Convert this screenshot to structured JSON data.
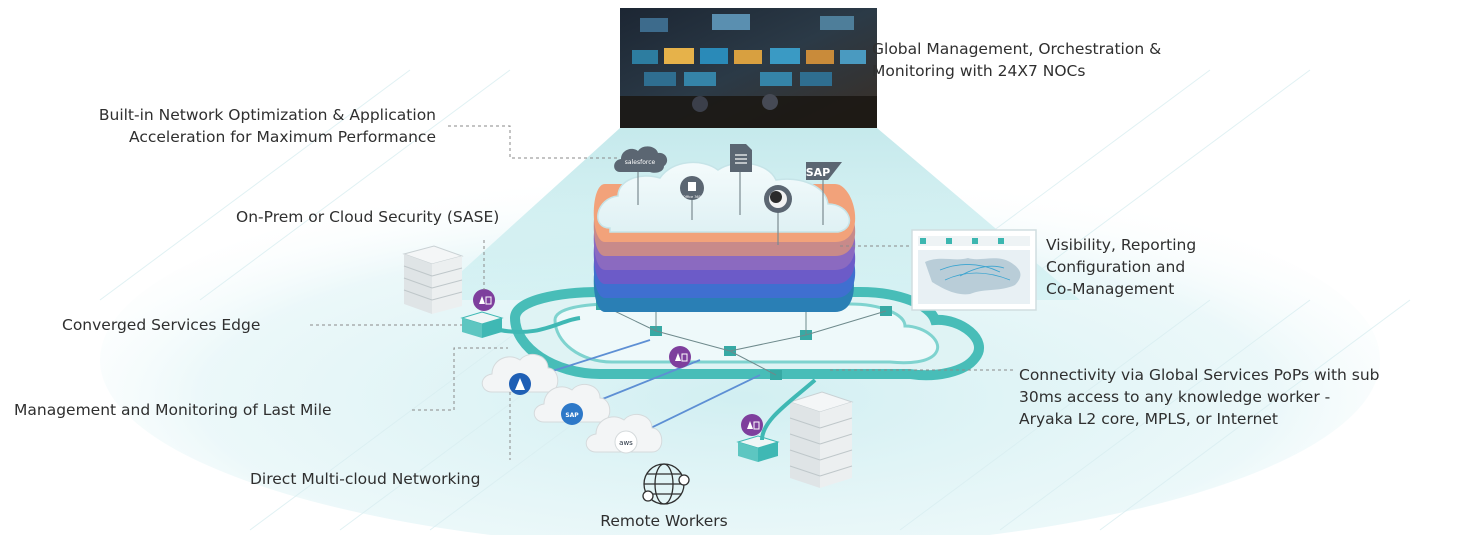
{
  "labels": {
    "noc": [
      "Global Management, Orchestration &",
      "Monitoring with 24X7 NOCs"
    ],
    "optimization": [
      "Built-in Network Optimization & Application",
      "Acceleration for Maximum Performance"
    ],
    "security": "On-Prem or Cloud Security (SASE)",
    "visibility": [
      "Visibility, Reporting",
      "Configuration and",
      "Co-Management"
    ],
    "edge": "Converged Services Edge",
    "last_mile": "Management and Monitoring of Last Mile",
    "connectivity": [
      "Connectivity via  Global Services  PoPs with sub",
      "30ms access to any knowledge worker -",
      "Aryaka L2 core, MPLS, or Internet"
    ],
    "multicloud": "Direct Multi-cloud Networking",
    "remote": "Remote Workers"
  },
  "logos": {
    "salesforce": "salesforce",
    "office": "Office 365",
    "sap": "SAP",
    "aws": "aws"
  },
  "colors": {
    "teal": "#3fb8b4",
    "purple": "#7e3f9d",
    "band_orange": "#f2a27a",
    "band_purple": "#7b5cc4",
    "band_blue": "#4a7fd1",
    "accent_line": "#8a8a8a"
  }
}
